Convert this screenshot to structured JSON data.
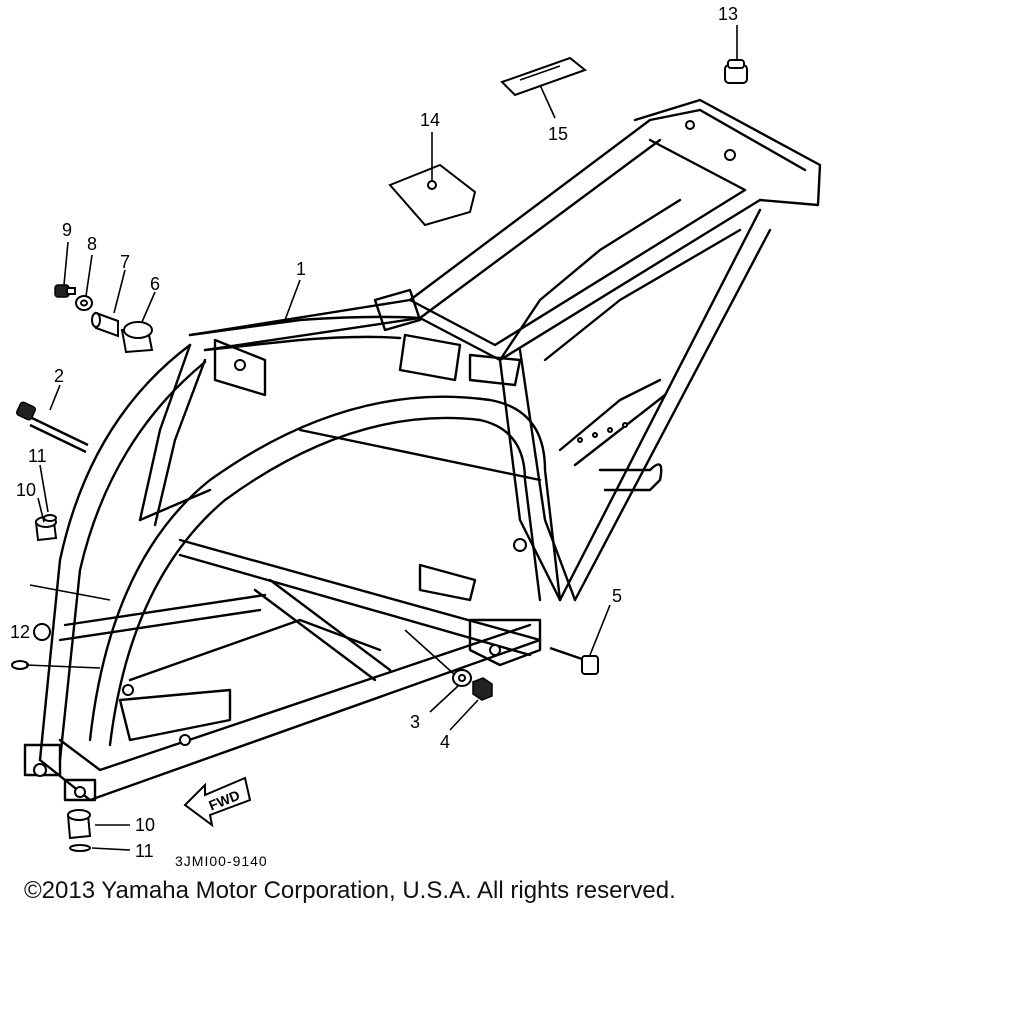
{
  "diagram": {
    "callouts": {
      "c1": "1",
      "c2": "2",
      "c3": "3",
      "c4": "4",
      "c5": "5",
      "c6": "6",
      "c7": "7",
      "c8": "8",
      "c9": "9",
      "c10a": "10",
      "c10b": "10",
      "c11a": "11",
      "c11b": "11",
      "c12": "12",
      "c13": "13",
      "c14": "14",
      "c15": "15"
    },
    "fwd_label": "FWD",
    "drawing_code": "3JMI00-9140"
  },
  "footer": {
    "copyright": "©2013 Yamaha Motor Corporation, U.S.A. All rights reserved."
  }
}
